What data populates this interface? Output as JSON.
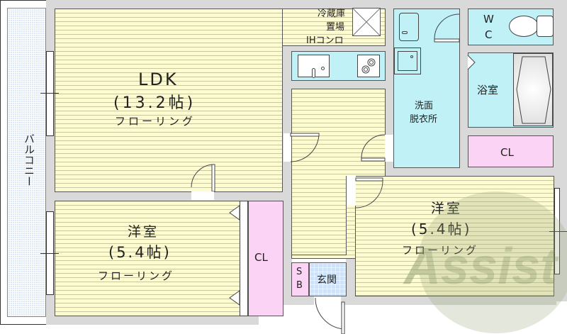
{
  "floorplan": {
    "balcony": {
      "label": "バルコニー"
    },
    "ldk": {
      "name": "LDK",
      "size": "(13.2帖)",
      "flooring": "フローリング"
    },
    "kitchen": {
      "fridge_label_1": "冷蔵庫",
      "fridge_label_2": "置場",
      "stove_label": "IHコンロ"
    },
    "washroom": {
      "label_1": "洗面",
      "label_2": "脱衣所"
    },
    "wc": {
      "label_1": "W",
      "label_2": "C"
    },
    "bathroom": {
      "label": "浴室"
    },
    "closet_upper_right": {
      "label": "CL"
    },
    "western_room_left": {
      "name": "洋室",
      "size": "(5.4帖)",
      "flooring": "フローリング"
    },
    "closet_left": {
      "label": "CL"
    },
    "shoe_box": {
      "label_1": "S",
      "label_2": "B"
    },
    "entrance": {
      "label": "玄関"
    },
    "western_room_right": {
      "name": "洋室",
      "size": "(5.4帖)",
      "flooring": "フローリング"
    },
    "watermark": {
      "text": "Assist"
    }
  },
  "colors": {
    "floor": "#fdfbd0",
    "wet_area": "#bff1f6",
    "closet": "#fbd3f4",
    "entrance_tile": "#cfe2f8",
    "balcony": "#dde8f7",
    "wall": "#d9d9d9",
    "watermark": "#9aa77a"
  }
}
